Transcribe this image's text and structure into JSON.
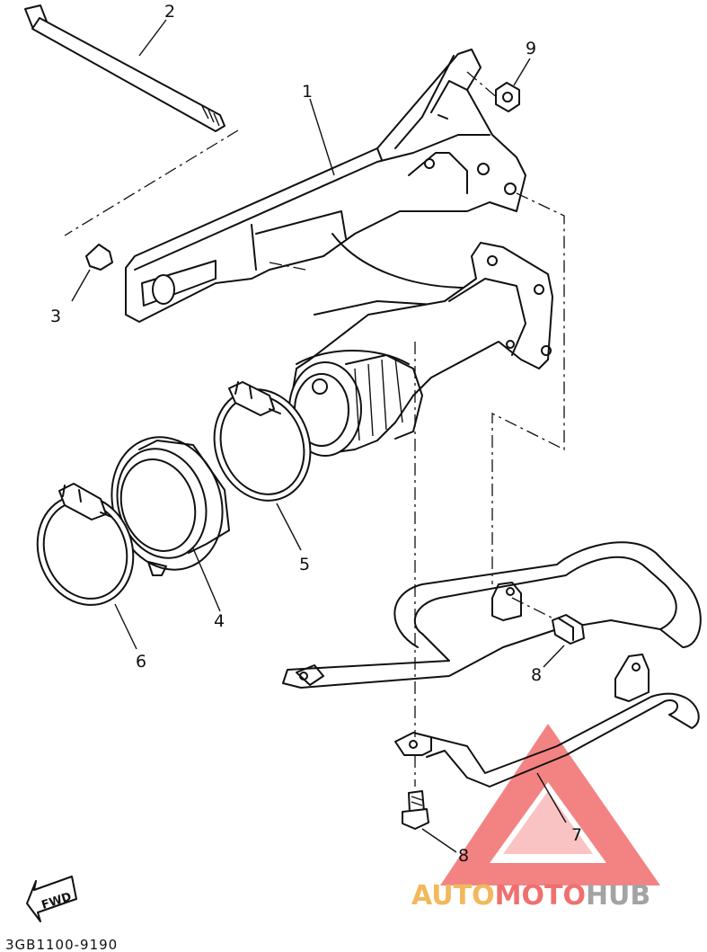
{
  "diagram": {
    "callouts": [
      {
        "id": "1",
        "label": "1"
      },
      {
        "id": "2",
        "label": "2"
      },
      {
        "id": "3",
        "label": "3"
      },
      {
        "id": "4",
        "label": "4"
      },
      {
        "id": "5",
        "label": "5"
      },
      {
        "id": "6",
        "label": "6"
      },
      {
        "id": "7",
        "label": "7"
      },
      {
        "id": "8a",
        "label": "8"
      },
      {
        "id": "8b",
        "label": "8"
      },
      {
        "id": "9",
        "label": "9"
      }
    ],
    "fwd_label": "FWD",
    "part_code": "3GB1100-9190"
  },
  "watermark": {
    "text_part1": "AUTO",
    "text_part2": "MOTO",
    "text_part3": "HUB",
    "colors": {
      "auto": "#f2b85c",
      "moto": "#f0706f",
      "hub": "#a3a3a3",
      "triangle": "#f05a5a"
    }
  }
}
